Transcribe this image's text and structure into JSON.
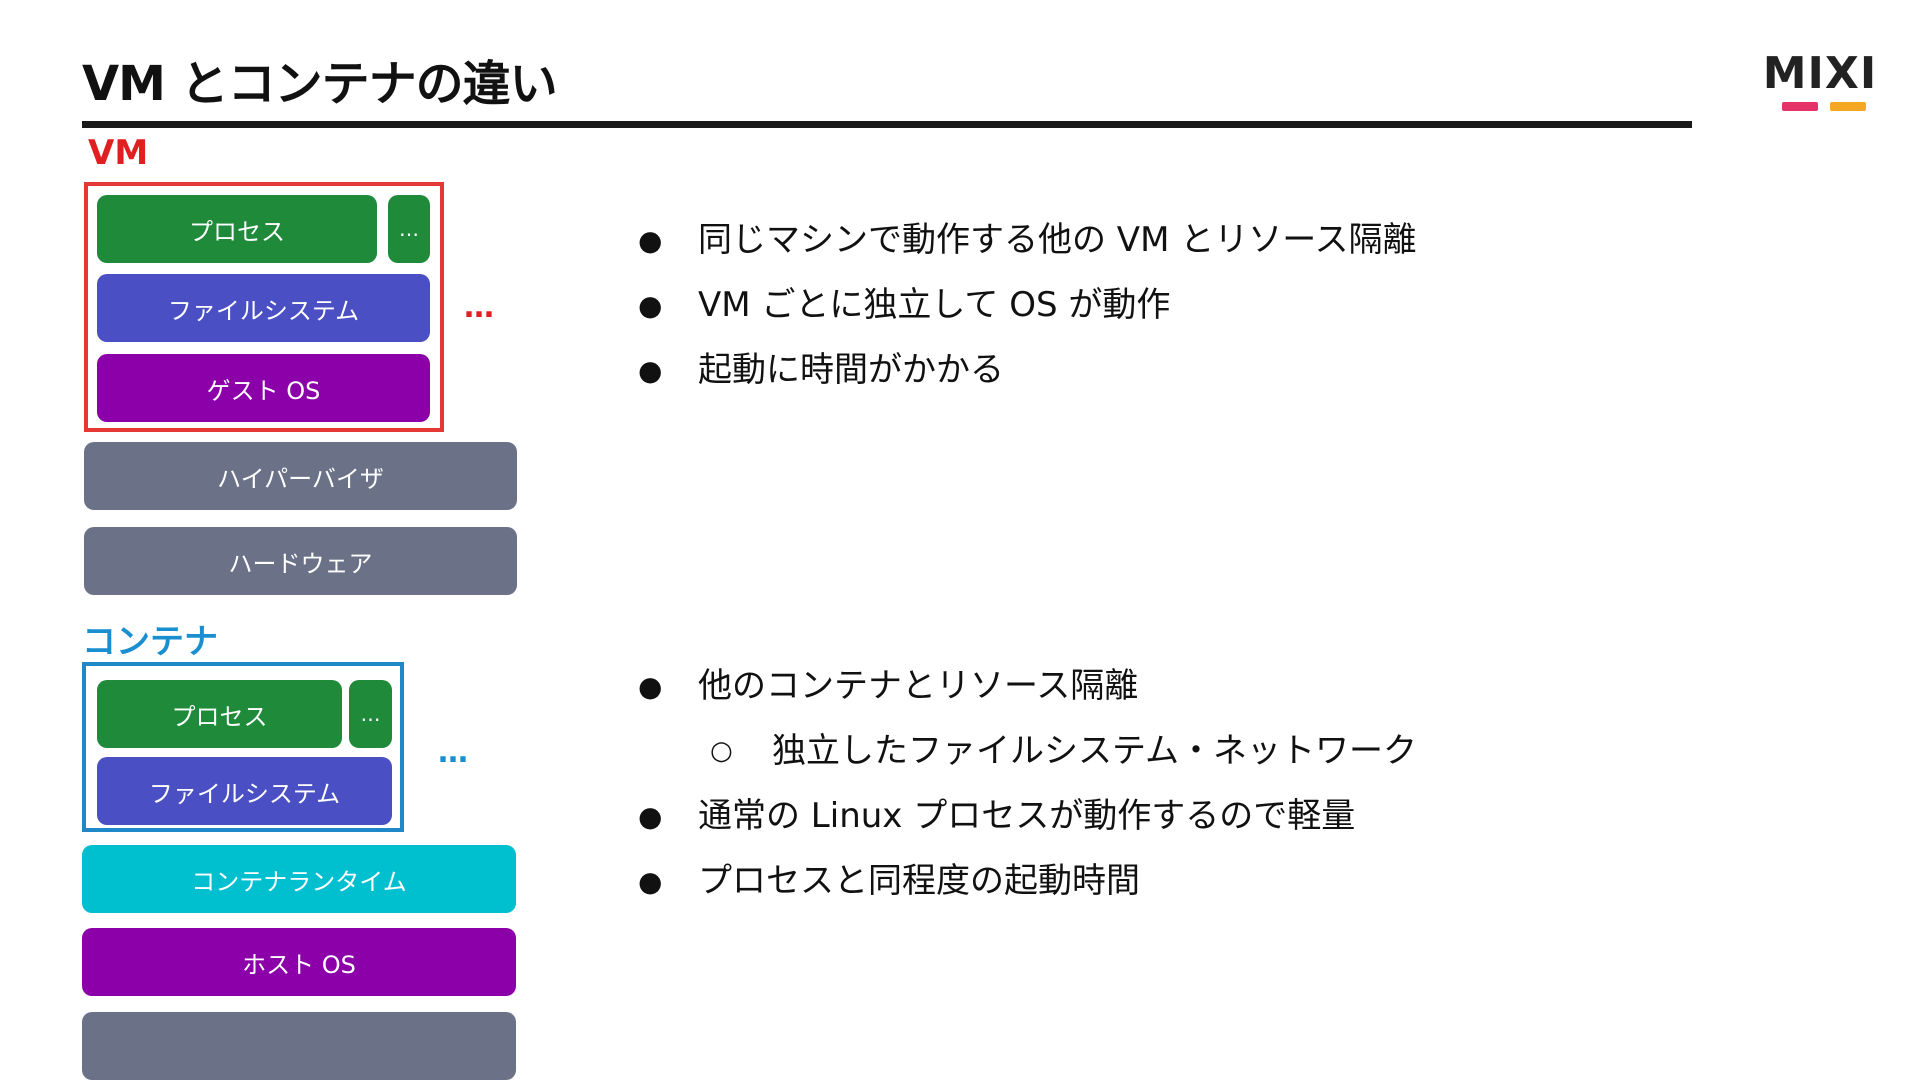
{
  "title": "VM とコンテナの違い",
  "logo": {
    "text": "MIXI"
  },
  "vm": {
    "label": "VM",
    "process": "プロセス",
    "process_more": "…",
    "filesystem": "ファイルシステム",
    "guest_os": "ゲスト OS",
    "more": "…",
    "hypervisor": "ハイパーバイザ",
    "hardware": "ハードウェア",
    "bullets": [
      "同じマシンで動作する他の VM とリソース隔離",
      "VM ごとに独立して OS が動作",
      "起動に時間がかかる"
    ]
  },
  "container": {
    "label": "コンテナ",
    "process": "プロセス",
    "process_more": "…",
    "filesystem": "ファイルシステム",
    "more": "…",
    "runtime": "コンテナランタイム",
    "host_os": "ホスト OS",
    "bottom": "",
    "bullets": [
      "他のコンテナとリソース隔離",
      "独立したファイルシステム・ネットワーク",
      "通常の Linux プロセスが動作するので軽量",
      "プロセスと同程度の起動時間"
    ]
  },
  "markers": {
    "bullet": "●",
    "sub_bullet": "○"
  }
}
